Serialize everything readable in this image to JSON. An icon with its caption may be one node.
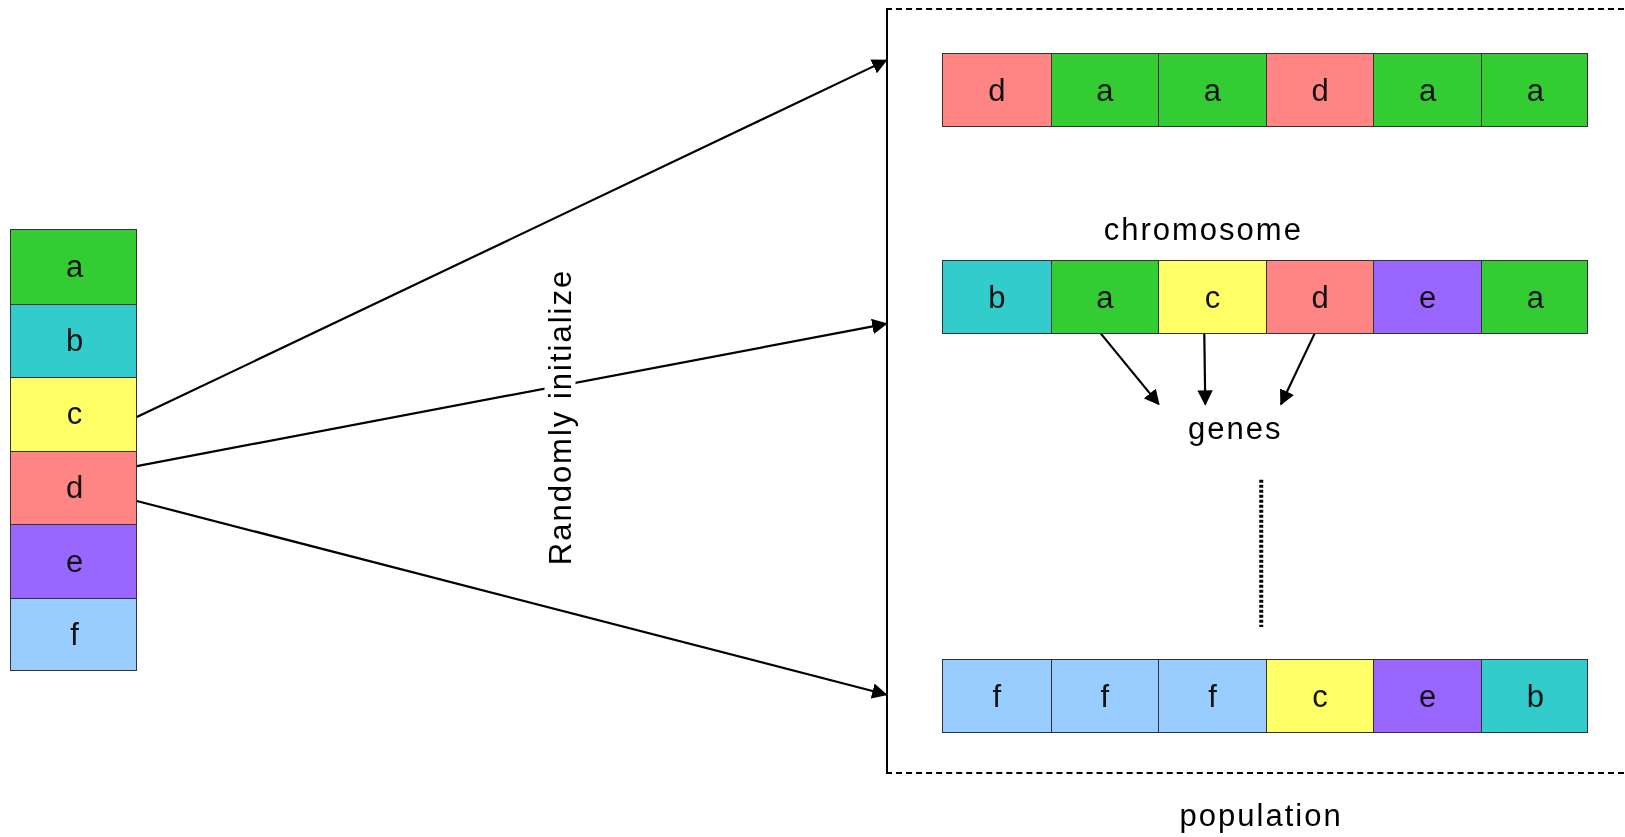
{
  "diagram": {
    "nodes": [
      {
        "text": [],
        "shape": "bar"
      },
      {
        "text": [
          "a"
        ],
        "in": 0
      },
      {
        "text": [
          "b"
        ],
        "in": 0
      },
      {
        "text": [
          "c"
        ],
        "in": 0
      },
      {
        "text": [
          "d"
        ],
        "in": 0
      },
      {
        "text": [
          "e"
        ],
        "in": 0
      },
      {
        "text": [
          "f"
        ],
        "in": 0
      },
      {
        "text": [
          "population"
        ]
      },
      {
        "text": [],
        "shape": "bar",
        "in": 7
      },
      {
        "text": [
          "d"
        ],
        "in": 8
      },
      {
        "text": [
          "a"
        ],
        "in": 8
      },
      {
        "text": [
          "a"
        ],
        "in": 8
      },
      {
        "text": [
          "d"
        ],
        "in": 8
      },
      {
        "text": [
          "a"
        ],
        "in": 8
      },
      {
        "text": [
          "a"
        ],
        "in": 8
      },
      {
        "text": [],
        "shape": "bar",
        "in": 7
      },
      {
        "text": [
          "b"
        ],
        "in": 15
      },
      {
        "text": [
          "a"
        ],
        "in": 15
      },
      {
        "text": [
          "c"
        ],
        "in": 15
      },
      {
        "text": [
          "d"
        ],
        "in": 15
      },
      {
        "text": [
          "e"
        ],
        "in": 15
      },
      {
        "text": [
          "a"
        ],
        "in": 15
      },
      {
        "text": [
          "genes"
        ],
        "in": 7
      },
      {
        "text": [],
        "shape": "bar",
        "in": 7
      },
      {
        "text": [
          "f"
        ],
        "in": 23
      },
      {
        "text": [
          "f"
        ],
        "in": 23
      },
      {
        "text": [
          "f"
        ],
        "in": 23
      },
      {
        "text": [
          "c"
        ],
        "in": 23
      },
      {
        "text": [
          "e"
        ],
        "in": 23
      },
      {
        "text": [
          "b"
        ],
        "in": 23
      }
    ],
    "edges": [
      {
        "from": 0,
        "to": 7,
        "arrow": "to"
      },
      {
        "from": 0,
        "to": 7,
        "arrow": "to"
      },
      {
        "from": 0,
        "to": 7,
        "arrow": "to"
      },
      {
        "from": 17,
        "to": 22,
        "arrow": "to"
      },
      {
        "from": 18,
        "to": 22,
        "arrow": "to"
      },
      {
        "from": 19,
        "to": 22,
        "arrow": "to"
      }
    ],
    "labels": [
      "chromosome",
      "Randomly initialize"
    ]
  }
}
